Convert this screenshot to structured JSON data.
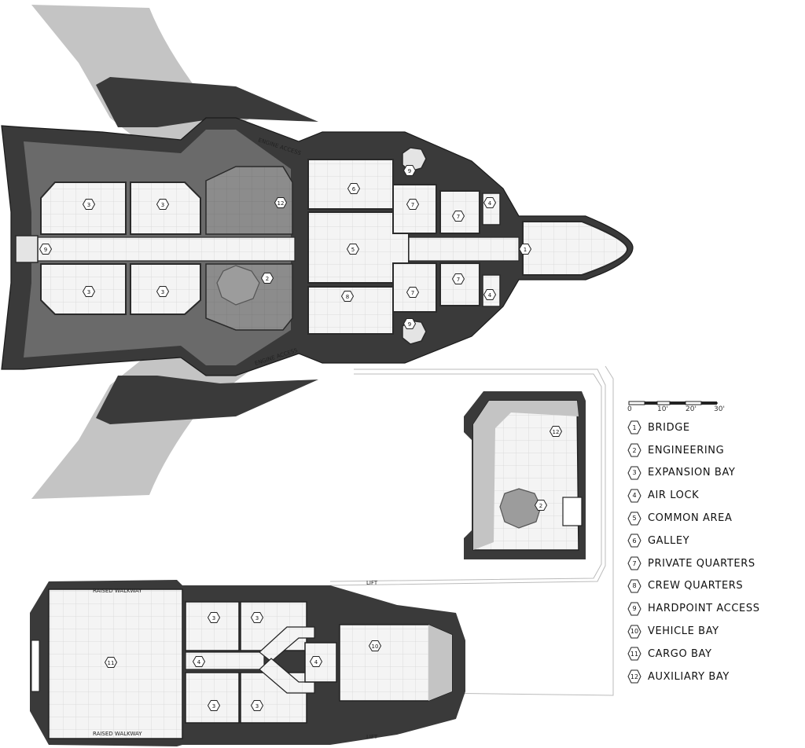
{
  "annotations": {
    "engine_access": "ENGINE ACCESS",
    "raised_walkway": "RAISED WALKWAY",
    "lift": "LIFT"
  },
  "scale": {
    "ticks": [
      "0",
      "10'",
      "20'",
      "30'"
    ]
  },
  "legend": [
    {
      "num": "1",
      "label": "BRIDGE"
    },
    {
      "num": "2",
      "label": "ENGINEERING"
    },
    {
      "num": "3",
      "label": "EXPANSION BAY"
    },
    {
      "num": "4",
      "label": "AIR LOCK"
    },
    {
      "num": "5",
      "label": "COMMON AREA"
    },
    {
      "num": "6",
      "label": "GALLEY"
    },
    {
      "num": "7",
      "label": "PRIVATE QUARTERS"
    },
    {
      "num": "8",
      "label": "CREW QUARTERS"
    },
    {
      "num": "9",
      "label": "HARDPOINT ACCESS"
    },
    {
      "num": "10",
      "label": "VEHICLE BAY"
    },
    {
      "num": "11",
      "label": "CARGO BAY"
    },
    {
      "num": "12",
      "label": "AUXILIARY BAY"
    }
  ],
  "colors": {
    "hull_dark": "#3a3a3a",
    "hull_mid": "#6a6a6a",
    "wing_light": "#c4c4c4",
    "floor": "#f4f4f4",
    "engine_room": "#8c8c8c"
  },
  "markers": {
    "bridge": "1",
    "engineering": "2",
    "expansion_bay": "3",
    "air_lock": "4",
    "common_area": "5",
    "galley": "6",
    "private_quarters": "7",
    "crew_quarters": "8",
    "hardpoint": "9",
    "vehicle_bay": "10",
    "cargo_bay": "11",
    "auxiliary_bay": "12"
  }
}
